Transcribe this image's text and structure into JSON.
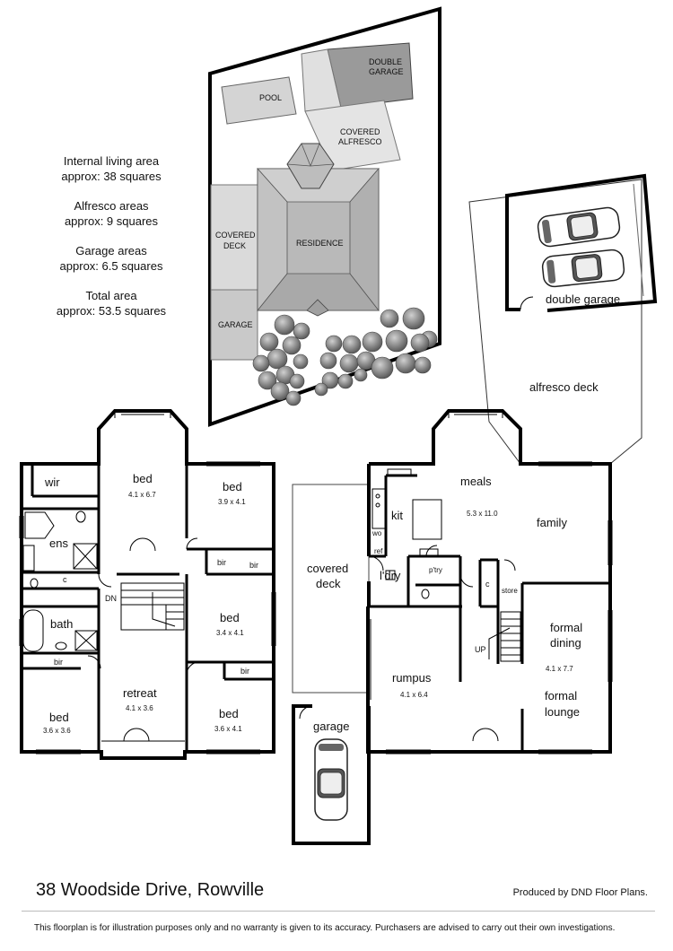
{
  "site_plan": {
    "labels": {
      "pool": "POOL",
      "double_garage": "DOUBLE\nGARAGE",
      "covered_alfresco": "COVERED\nALFRESCO",
      "covered_deck": "COVERED\nDECK",
      "residence": "RESIDENCE",
      "garage": "GARAGE"
    }
  },
  "area_summary": [
    {
      "label": "Internal living area",
      "value": "approx: 38 squares"
    },
    {
      "label": "Alfresco areas",
      "value": "approx: 9 squares"
    },
    {
      "label": "Garage areas",
      "value": "approx: 6.5 squares"
    },
    {
      "label": "Total area",
      "value": "approx: 53.5 squares"
    }
  ],
  "upper_floor": {
    "wir": "wir",
    "bed_master": "bed",
    "bed_master_size": "4.1 x 6.7",
    "bed_ne": "bed",
    "bed_ne_size": "3.9 x 4.1",
    "ens": "ens",
    "c1": "c",
    "dn": "DN",
    "bir1": "bir",
    "bir2": "bir",
    "bed_e": "bed",
    "bed_e_size": "3.4 x 4.1",
    "bath": "bath",
    "bir3": "bir",
    "bir4": "bir",
    "retreat": "retreat",
    "retreat_size": "4.1 x 3.6",
    "bed_sw": "bed",
    "bed_sw_size": "3.6 x 3.6",
    "bed_se": "bed",
    "bed_se_size": "3.6 x 4.1"
  },
  "ground_floor": {
    "double_garage": "double garage",
    "alfresco_deck": "alfresco deck",
    "covered_deck": "covered\ndeck",
    "garage": "garage",
    "meals": "meals",
    "meals_size": "5.3 x 11.0",
    "family": "family",
    "kit": "kit",
    "wo": "wo",
    "ref": "ref",
    "ldry": "l'dry",
    "ptry": "p'try",
    "c": "c",
    "store": "store",
    "formal_dining": "formal\ndining",
    "formal_dining_size": "4.1 x 7.7",
    "formal_lounge": "formal\nlounge",
    "rumpus": "rumpus",
    "rumpus_size": "4.1 x 6.4",
    "up": "UP"
  },
  "footer": {
    "address": "38 Woodside Drive, Rowville",
    "producer": "Produced by DND Floor Plans.",
    "disclaimer": "This floorplan is for illustration purposes only and no warranty is given to its accuracy. Purchasers are advised to carry out their own investigations."
  }
}
